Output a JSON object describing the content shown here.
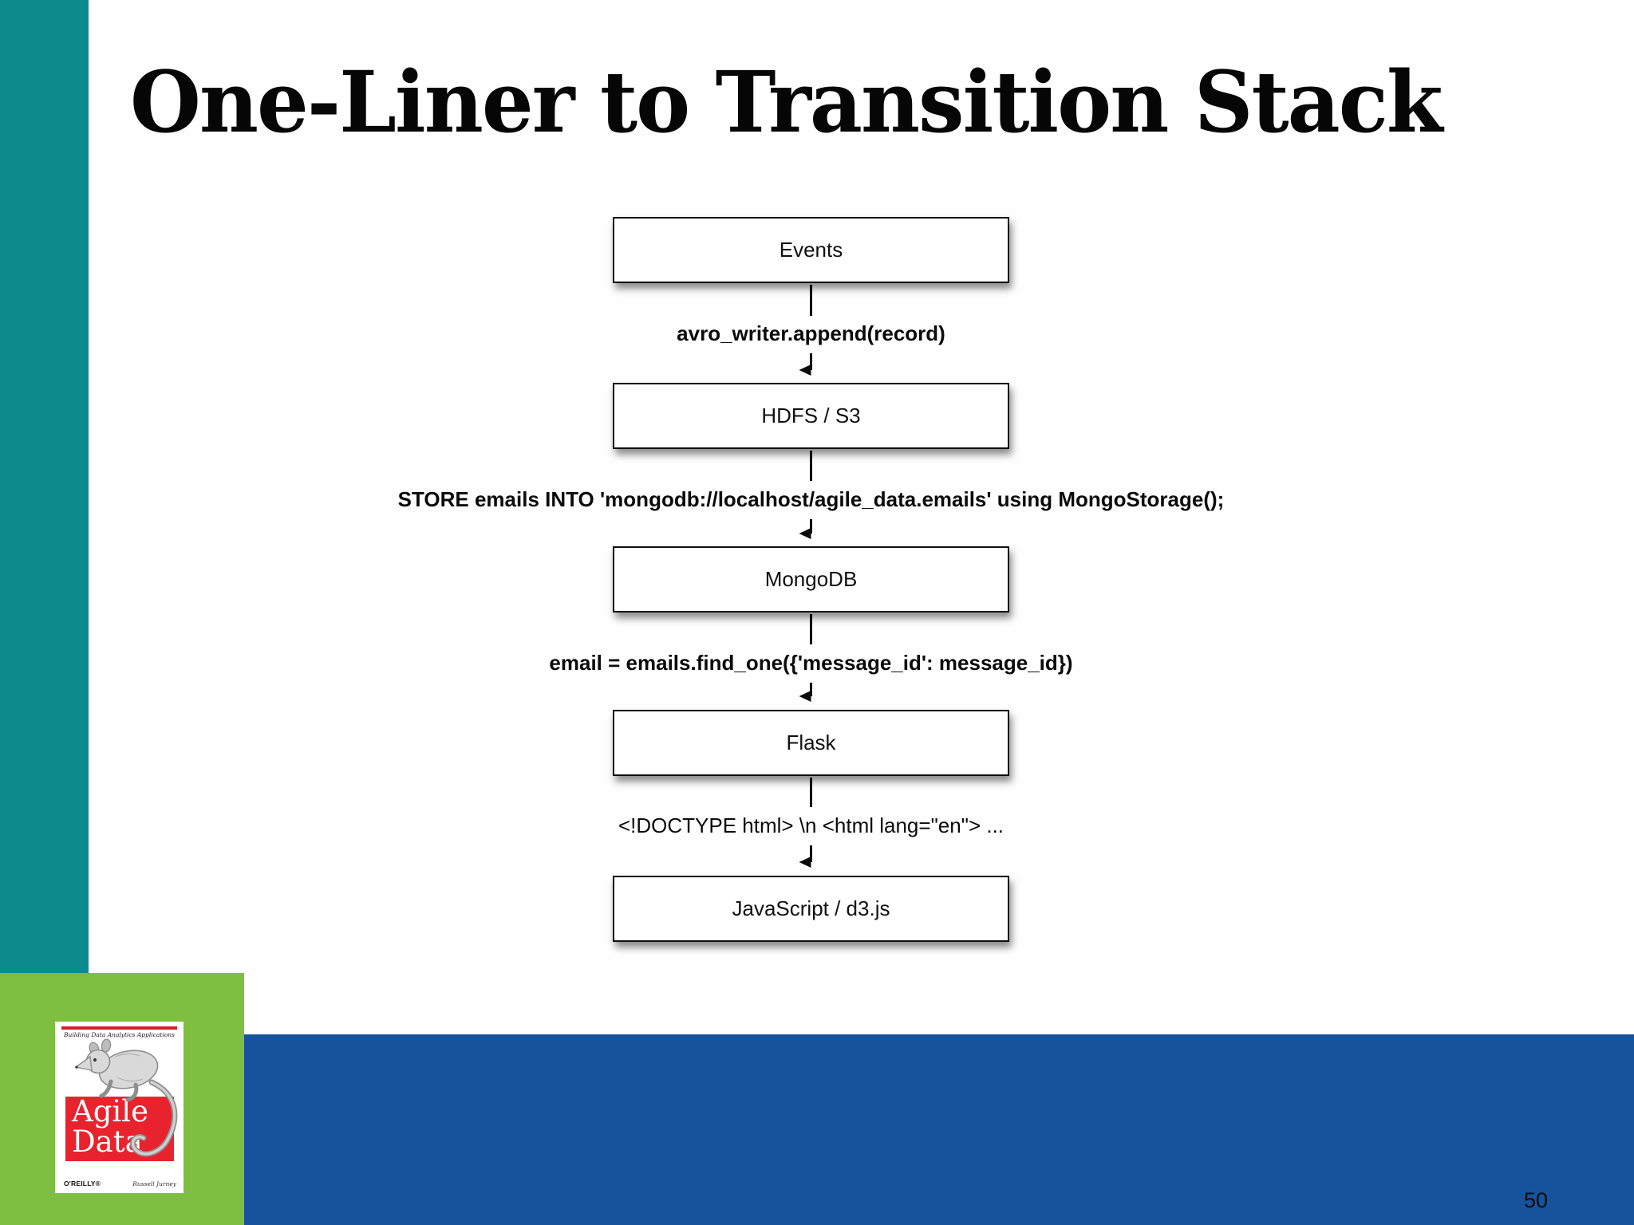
{
  "slide": {
    "title": "One-Liner to Transition Stack",
    "page_number": "50"
  },
  "accents": {
    "teal_bar": "#0d8a8b",
    "green_panel": "#7ebe41",
    "blue_bar": "#17539d",
    "cover_red": "#e8232e",
    "box_border": "#101010"
  },
  "diagram": {
    "nodes": [
      {
        "label": "Events"
      },
      {
        "label": "HDFS / S3"
      },
      {
        "label": "MongoDB"
      },
      {
        "label": "Flask"
      },
      {
        "label": "JavaScript / d3.js"
      }
    ],
    "edges": [
      {
        "label": "avro_writer.append(record)",
        "style": "bold"
      },
      {
        "label": "STORE emails INTO 'mongodb://localhost/agile_data.emails' using MongoStorage();",
        "style": "bold"
      },
      {
        "label": "email = emails.find_one({'message_id': message_id})",
        "style": "bold"
      },
      {
        "label": "<!DOCTYPE html> \\n <html lang=\"en\"> ...",
        "style": "regular"
      }
    ]
  },
  "book_cover": {
    "tagline": "Building Data Analytics Applications",
    "title_line1": "Agile",
    "title_line2": "Data",
    "publisher": "O'REILLY®",
    "author": "Russell Jurney"
  }
}
